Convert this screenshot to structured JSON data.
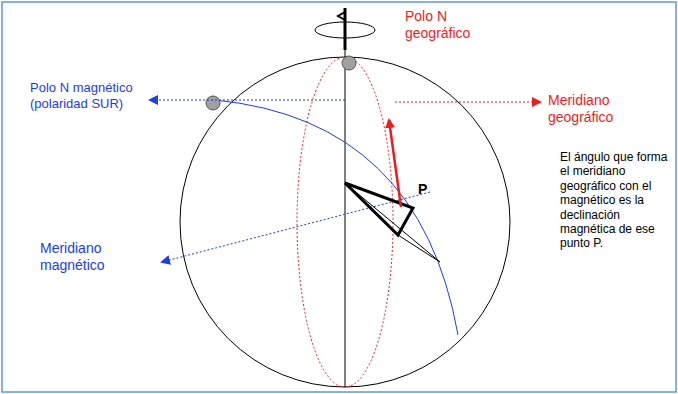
{
  "diagram": {
    "labels": [
      "Polo N geográfico",
      "Meridiano geográfico",
      "Polo N magnético (polaridad SUR)",
      "Meridiano magnético",
      "P",
      "El ángulo que forma el meridiano geográfico con el magnético es la declinación magnética de ese punto P."
    ]
  }
}
